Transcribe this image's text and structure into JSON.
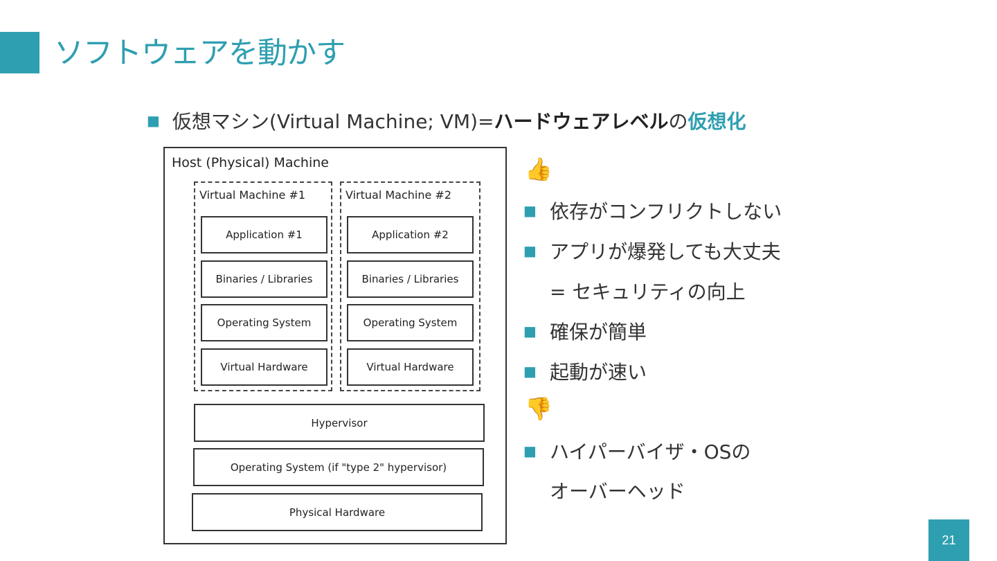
{
  "slide": {
    "title": "ソフトウェアを動かす",
    "page_number": "21",
    "accent_color": "#2e9fb0"
  },
  "subtitle": {
    "prefix": "仮想マシン(Virtual Machine; VM)= ",
    "bold": "ハードウェアレベル",
    "middle": " の",
    "accent": "仮想化"
  },
  "diagram": {
    "host_label": "Host (Physical) Machine",
    "vm1": {
      "label": "Virtual Machine #1",
      "layers": [
        "Application #1",
        "Binaries / Libraries",
        "Operating System",
        "Virtual Hardware"
      ]
    },
    "vm2": {
      "label": "Virtual Machine #2",
      "layers": [
        "Application #2",
        "Binaries / Libraries",
        "Operating System",
        "Virtual Hardware"
      ]
    },
    "hypervisor": "Hypervisor",
    "host_os": "Operating System (if \"type 2\" hypervisor)",
    "physical_hardware": "Physical Hardware"
  },
  "pros": {
    "icon": "thumbs-up-icon",
    "symbol": "👍",
    "items": [
      "依存がコンフリクトしない",
      "アプリが爆発しても大丈夫",
      "確保が簡単",
      "起動が速い"
    ],
    "continuation": "= セキュリティの向上"
  },
  "cons": {
    "icon": "thumbs-down-icon",
    "symbol": "👎",
    "items": [
      "ハイパーバイザ・OSの"
    ],
    "continuation": "オーバーヘッド"
  }
}
